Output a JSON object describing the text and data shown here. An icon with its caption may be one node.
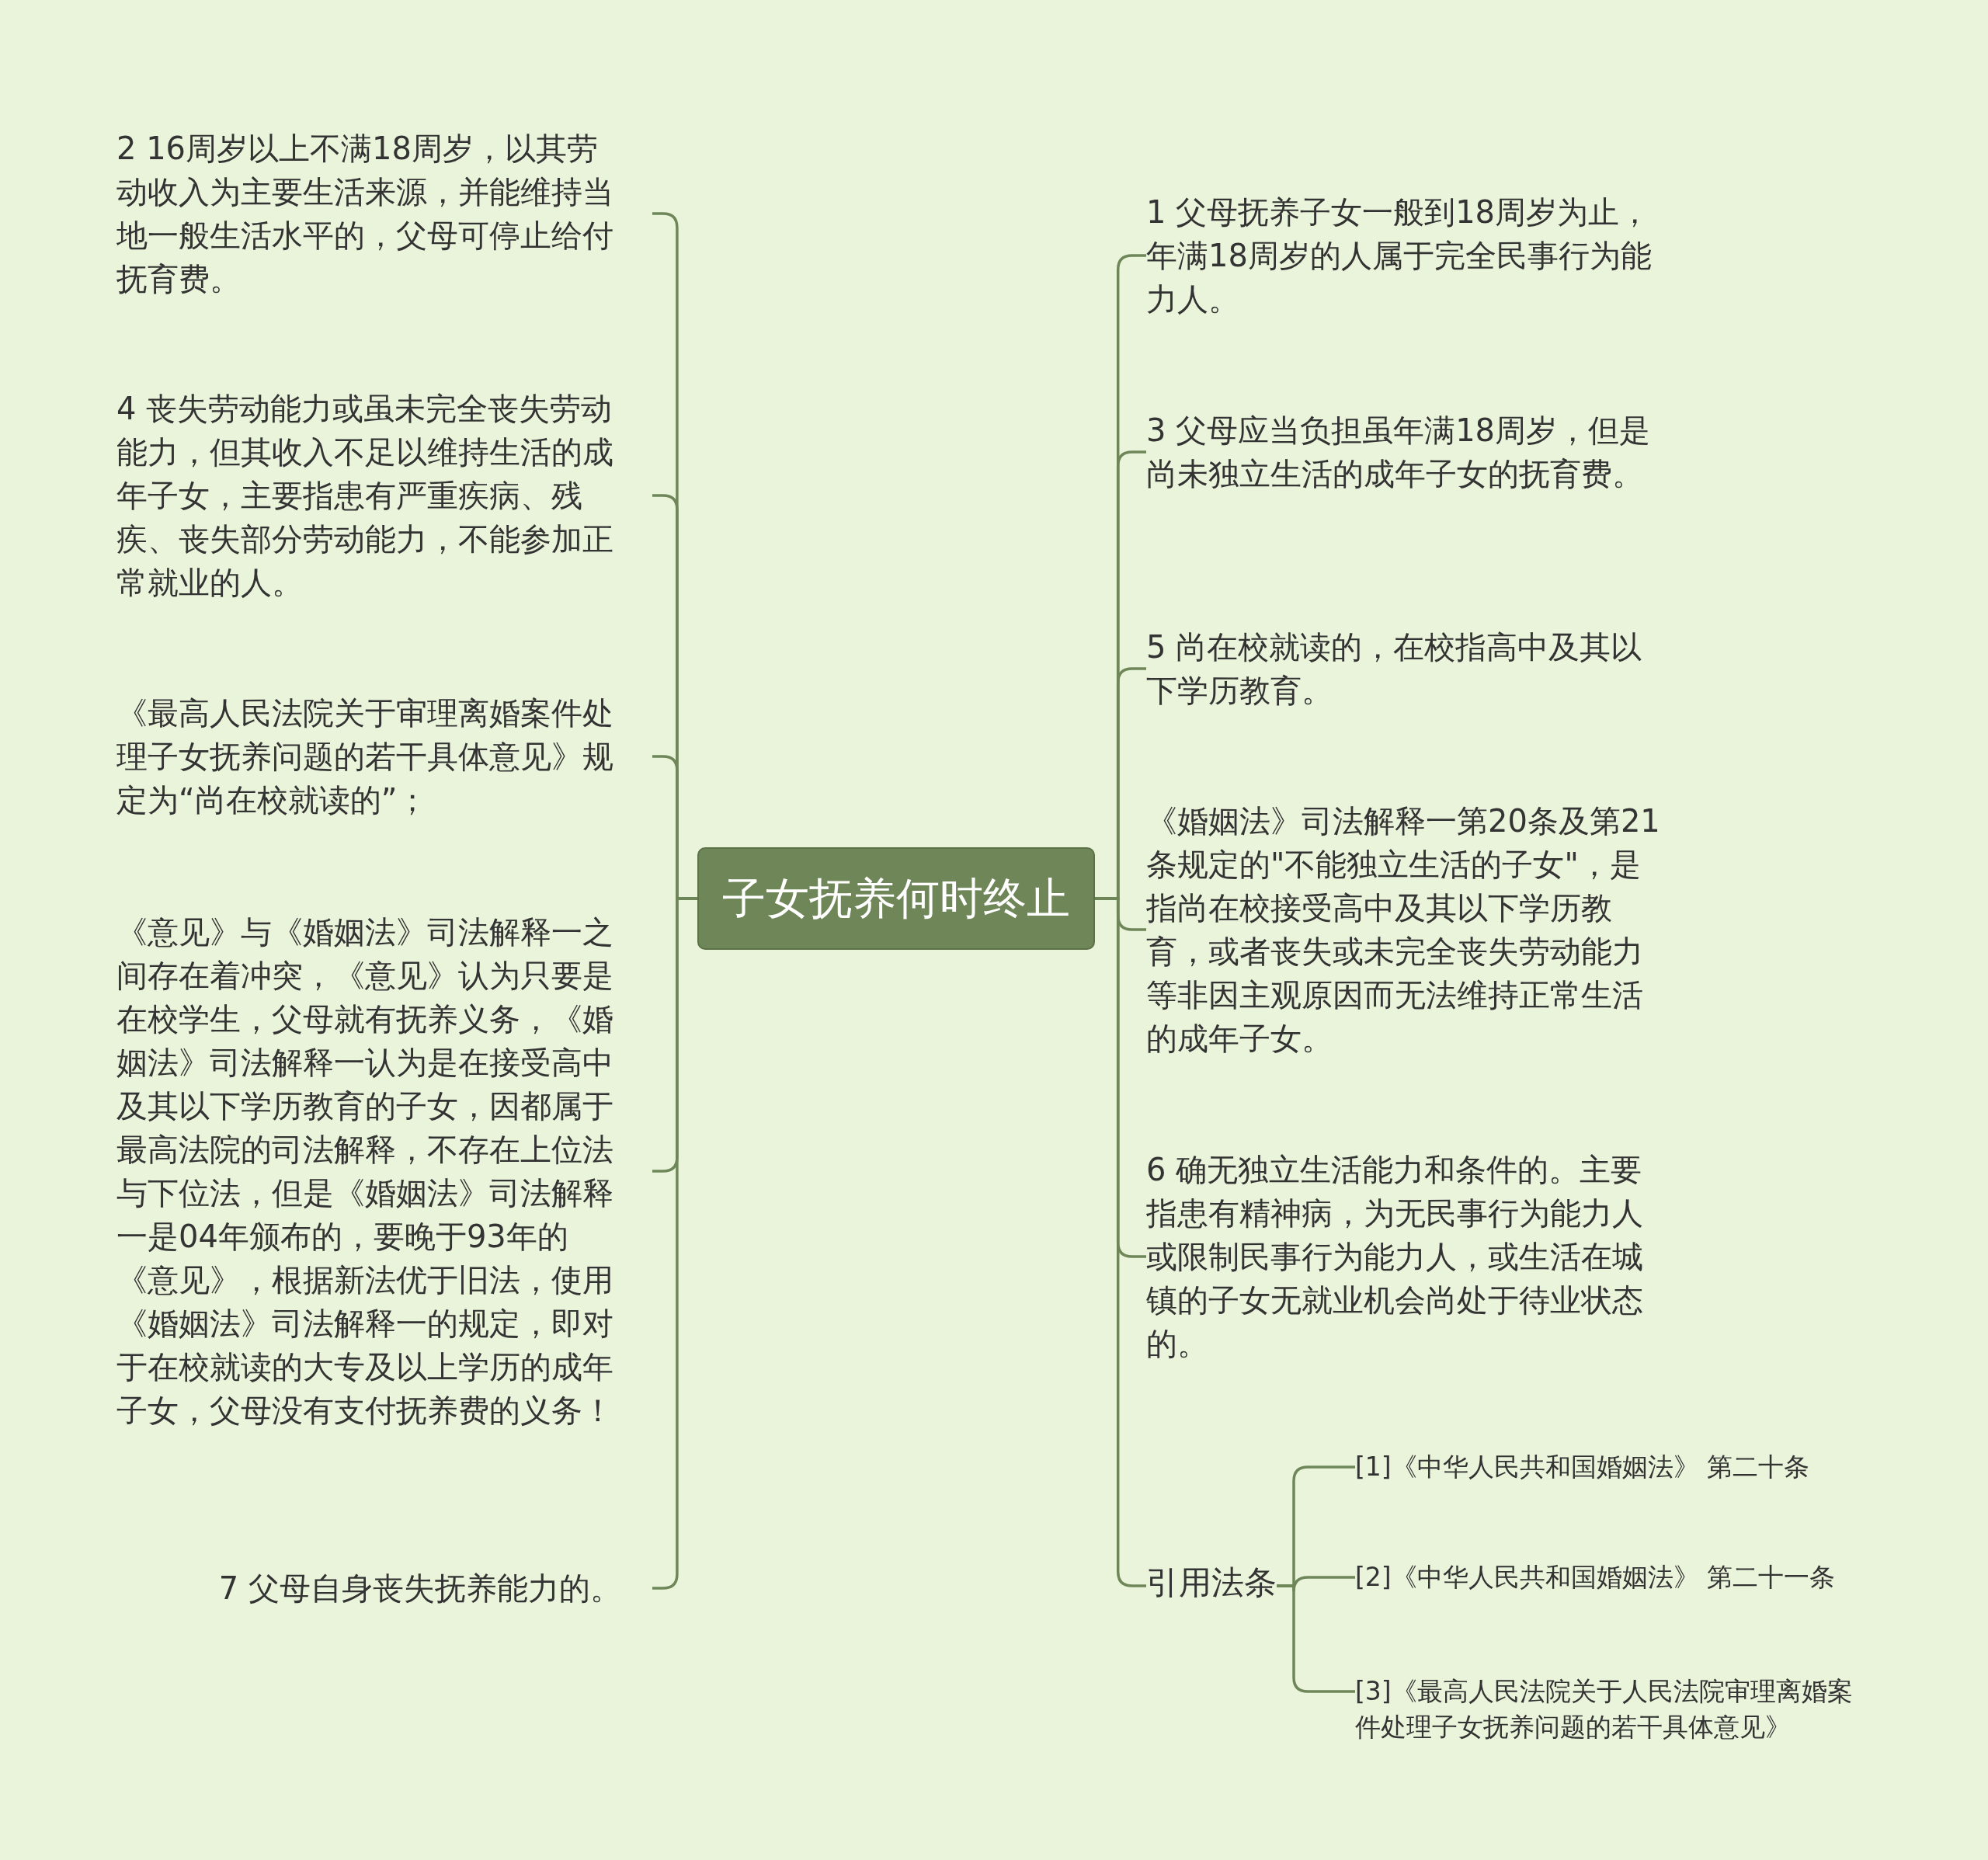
{
  "diagram": {
    "nodes": [
      {
        "text": [
          "子女抚养何时终止"
        ]
      },
      {
        "text": [
          "1  父母抚养子女一般到18周岁为止，年满18周岁的人属于完全民事行为能力人。"
        ]
      },
      {
        "text": [
          "3  父母应当负担虽年满18周岁，但是尚未独立生活的成年子女的抚育费。"
        ]
      },
      {
        "text": [
          "5  尚在校就读的，在校指高中及其以下学历教育。"
        ]
      },
      {
        "text": [
          "《婚姻法》司法解释一第20条及第21条规定的\"不能独立生活的子女\"，是指尚在校接受高中及其以下学历教育，或者丧失或未完全丧失劳动能力等非因主观原因而无法维持正常生活的成年子女。"
        ]
      },
      {
        "text": [
          "6  确无独立生活能力和条件的。主要指患有精神病，为无民事行为能力人或限制民事行为能力人，或生活在城镇的子女无就业机会尚处于待业状态的。"
        ]
      },
      {
        "text": [
          "引用法条"
        ]
      },
      {
        "text": [
          "[1]《中华人民共和国婚姻法》 第二十条"
        ]
      },
      {
        "text": [
          "[2]《中华人民共和国婚姻法》 第二十一条"
        ]
      },
      {
        "text": [
          "[3]《最高人民法院关于人民法院审理离婚案件处理子女抚养问题的若干具体意见》"
        ]
      },
      {
        "text": [
          "2  16周岁以上不满18周岁，以其劳动收入为主要生活来源，并能维持当地一般生活水平的，父母可停止给付抚育费。"
        ]
      },
      {
        "text": [
          "4  丧失劳动能力或虽未完全丧失劳动能力，但其收入不足以维持生活的成年子女，主要指患有严重疾病、残疾、丧失部分劳动能力，不能参加正常就业的人。"
        ]
      },
      {
        "text": [
          "《最高人民法院关于审理离婚案件处理子女抚养问题的若干具体意见》规定为“尚在校就读的”；"
        ]
      },
      {
        "text": [
          "《意见》与《婚姻法》司法解释一之间存在着冲突，《意见》认为只要是在校学生，父母就有抚养义务，《婚姻法》司法解释一认为是在接受高中及其以下学历教育的子女，因都属于最高法院的司法解释，不存在上位法与下位法，但是《婚姻法》司法解释一是04年颁布的，要晚于93年的《意见》，根据新法优于旧法，使用《婚姻法》司法解释一的规定，即对于在校就读的大专及以上学历的成年子女，父母没有支付抚养费的义务！"
        ]
      },
      {
        "text": [
          "7  父母自身丧失抚养能力的。"
        ]
      }
    ],
    "edges": [
      {
        "from": 0,
        "to": 1,
        "arrow": "none"
      },
      {
        "from": 0,
        "to": 2,
        "arrow": "none"
      },
      {
        "from": 0,
        "to": 3,
        "arrow": "none"
      },
      {
        "from": 0,
        "to": 4,
        "arrow": "none"
      },
      {
        "from": 0,
        "to": 5,
        "arrow": "none"
      },
      {
        "from": 0,
        "to": 6,
        "arrow": "none"
      },
      {
        "from": 6,
        "to": 7,
        "arrow": "none"
      },
      {
        "from": 6,
        "to": 8,
        "arrow": "none"
      },
      {
        "from": 6,
        "to": 9,
        "arrow": "none"
      },
      {
        "from": 0,
        "to": 10,
        "arrow": "none"
      },
      {
        "from": 0,
        "to": 11,
        "arrow": "none"
      },
      {
        "from": 0,
        "to": 12,
        "arrow": "none"
      },
      {
        "from": 0,
        "to": 13,
        "arrow": "none"
      },
      {
        "from": 0,
        "to": 14,
        "arrow": "none"
      }
    ]
  }
}
